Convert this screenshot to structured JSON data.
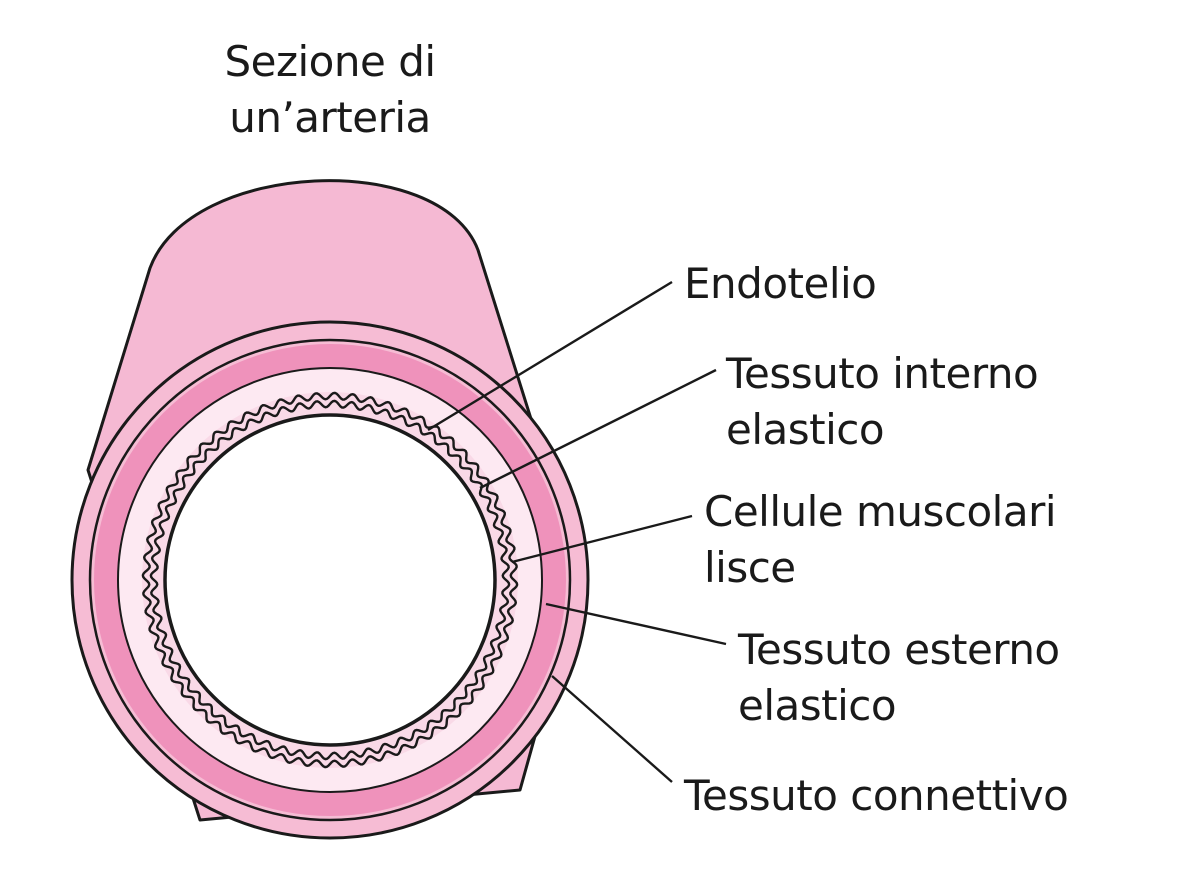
{
  "title": {
    "line1": "Sezione di",
    "line2": "un’arteria"
  },
  "labels": {
    "endotelio": {
      "line1": "Endotelio"
    },
    "tessuto_interno": {
      "line1": "Tessuto interno",
      "line2": "elastico"
    },
    "cellule_muscolari": {
      "line1": "Cellule muscolari",
      "line2": "lisce"
    },
    "tessuto_esterno": {
      "line1": "Tessuto esterno",
      "line2": "elastico"
    },
    "tessuto_connettivo": {
      "line1": "Tessuto connettivo"
    }
  },
  "colors": {
    "outer_tube": "#f5b9d3",
    "outer_ring": "#f6bcd4",
    "muscle_band": "#ef92bb",
    "elastic_zone": "#f9d9e7",
    "inner_zone": "#fde9f2",
    "lumen": "#ffffff",
    "stroke": "#1a1a1a"
  }
}
